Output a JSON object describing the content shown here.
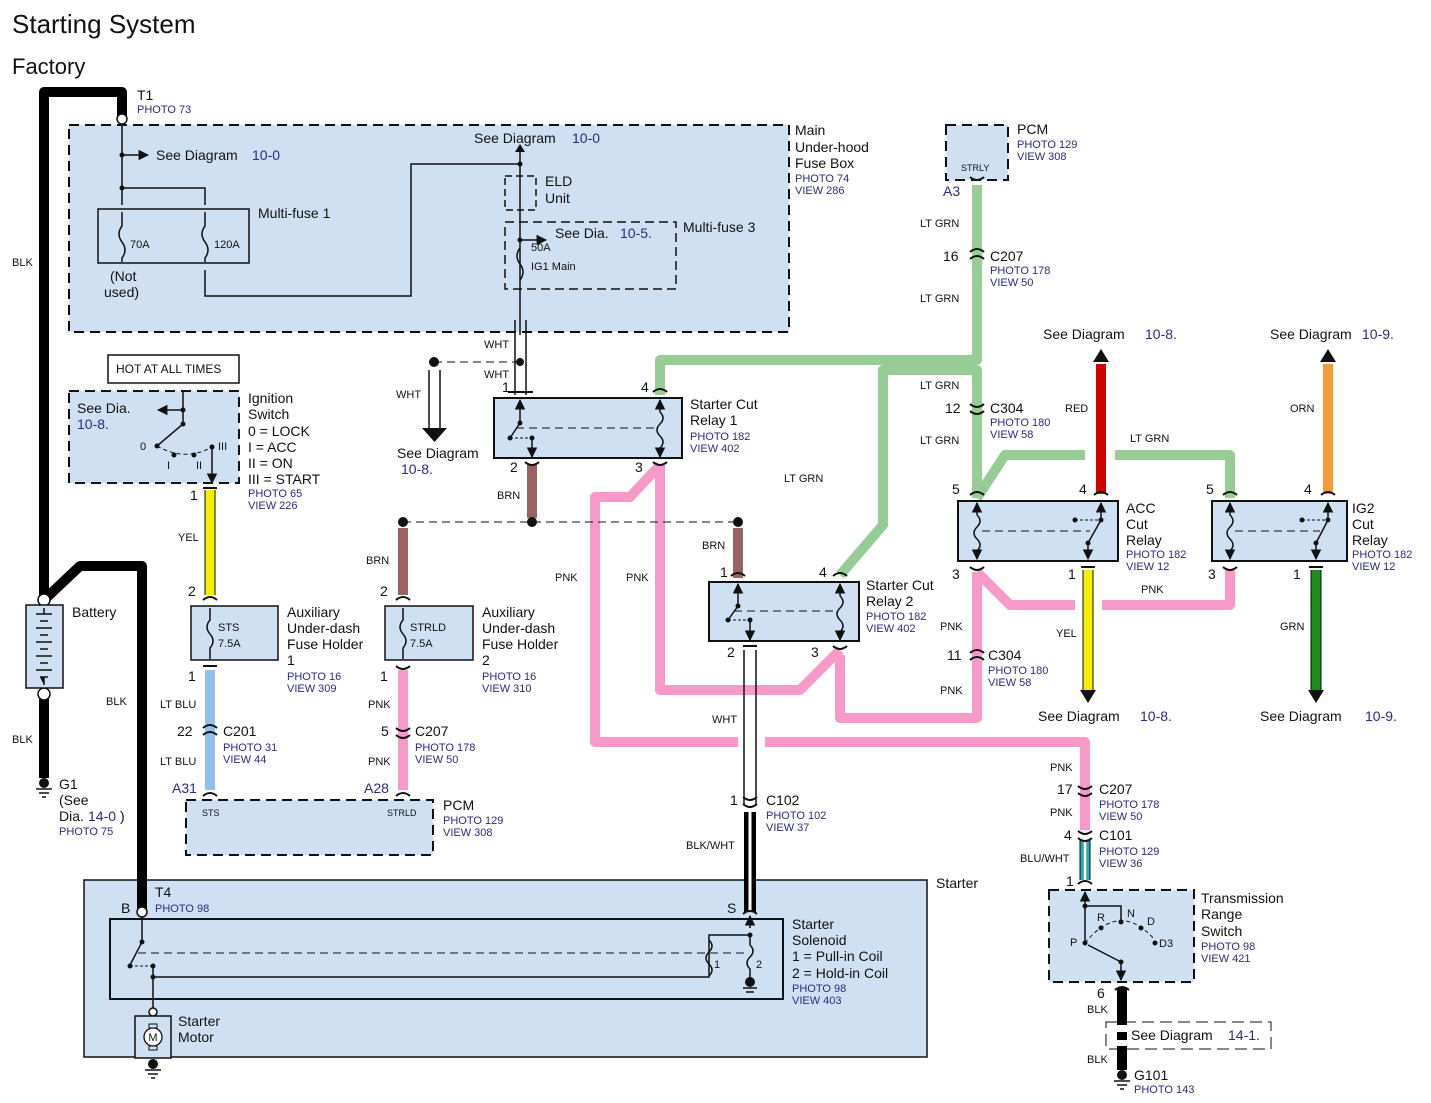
{
  "title": "Starting System",
  "subtitle": "Factory",
  "wire_colors": {
    "BLK": "#000000",
    "WHT": "#ffffff",
    "LT GRN": "#97cc96",
    "PNK": "#f79ac9",
    "BRN": "#9a6362",
    "YEL": "#f5f000",
    "LT BLU": "#93bfec",
    "RED": "#d00000",
    "ORN": "#f79a3a",
    "GRN": "#1b8e1b",
    "BLU/WHT": "#2aa7b5",
    "box_fill": "#cfe0f3",
    "ref_text": "#2a2a8a"
  },
  "components": {
    "t1": {
      "label": "T1",
      "photo": "PHOTO 73"
    },
    "fusebox": {
      "label_lines": [
        "Main",
        "Under-hood",
        "Fuse Box"
      ],
      "photo": "PHOTO 74",
      "view": "VIEW 286",
      "see1_prefix": "See Diagram",
      "see1_ref": "10-0",
      "see2_prefix": "See Diagram",
      "see2_ref": "10-0"
    },
    "multifuse1": {
      "label": "Multi-fuse 1",
      "fuse_a": "70A",
      "fuse_b": "120A",
      "not_used_1": "(Not",
      "not_used_2": "used)"
    },
    "eld": {
      "label_1": "ELD",
      "label_2": "Unit"
    },
    "multifuse3": {
      "label": "Multi-fuse 3",
      "see_prefix": "See  Dia.",
      "see_ref": "10-5.",
      "fuse_rating": "50A",
      "fuse_name": "IG1 Main"
    },
    "pcm_top": {
      "label": "PCM",
      "photo": "PHOTO 129",
      "view": "VIEW 308",
      "pin_name": "STRLY",
      "pin": "A3"
    },
    "hot_at_all_times": "HOT AT ALL TIMES",
    "ignition": {
      "label_lines": [
        "Ignition",
        "Switch",
        "0 = LOCK",
        "I = ACC",
        "II = ON",
        "III = START"
      ],
      "photo": "PHOTO 65",
      "view": "VIEW 226",
      "see_prefix": "See Dia.",
      "see_ref": "10-8.",
      "pos0": "0",
      "pos1": "I",
      "pos2": "II",
      "pos3": "III"
    },
    "battery": {
      "label": "Battery",
      "plus": "+",
      "minus": "−"
    },
    "g1": {
      "label": "G1",
      "l2": "(See",
      "l3_prefix": "Dia.",
      "l3_ref": "14-0",
      "l3_suffix": ")",
      "photo": "PHOTO 75"
    },
    "fuse_holder_1": {
      "label_lines": [
        "Auxiliary",
        "Under-dash",
        "Fuse Holder",
        "1"
      ],
      "photo": "PHOTO 16",
      "view": "VIEW 309",
      "fuse": "STS",
      "rating": "7.5A"
    },
    "fuse_holder_2": {
      "label_lines": [
        "Auxiliary",
        "Under-dash",
        "Fuse Holder",
        "2"
      ],
      "photo": "PHOTO 16",
      "view": "VIEW 310",
      "fuse": "STRLD",
      "rating": "7.5A"
    },
    "pcm_bottom": {
      "label": "PCM",
      "photo": "PHOTO 129",
      "view": "VIEW 308",
      "pin_a": "STS",
      "pin_a_id": "A31",
      "pin_b": "STRLD",
      "pin_b_id": "A28"
    },
    "relay1": {
      "label_1": "Starter Cut",
      "label_2": "Relay 1",
      "photo": "PHOTO 182",
      "view": "VIEW 402"
    },
    "relay2": {
      "label_1": "Starter Cut",
      "label_2": "Relay 2",
      "photo": "PHOTO 182",
      "view": "VIEW 402"
    },
    "acc_relay": {
      "label_lines": [
        "ACC",
        "Cut",
        "Relay"
      ],
      "photo": "PHOTO 182",
      "view": "VIEW 12"
    },
    "ig2_relay": {
      "label_lines": [
        "IG2",
        "Cut",
        "Relay"
      ],
      "photo": "PHOTO 182",
      "view": "VIEW 12"
    },
    "see_wht": {
      "prefix": "See Diagram",
      "ref": "10-8."
    },
    "see_red": {
      "prefix": "See Diagram",
      "ref": "10-8."
    },
    "see_orn": {
      "prefix": "See Diagram",
      "ref": "10-9."
    },
    "see_yel": {
      "prefix": "See  Diagram",
      "ref": "10-8."
    },
    "see_grn": {
      "prefix": "See  Diagram",
      "ref": "10-9."
    },
    "starter": {
      "label": "Starter",
      "t4": "T4",
      "t4_photo": "PHOTO 98",
      "b": "B",
      "s": "S"
    },
    "solenoid": {
      "label_lines": [
        "Starter",
        "Solenoid",
        "1 = Pull-in Coil",
        "2 = Hold-in Coil"
      ],
      "photo": "PHOTO 98",
      "view": "VIEW 403",
      "coil1": "1",
      "coil2": "2"
    },
    "motor": {
      "label_1": "Starter",
      "label_2": "Motor",
      "symbol": "M"
    },
    "trs": {
      "label_lines": [
        "Transmission",
        "Range",
        "Switch"
      ],
      "photo": "PHOTO 98",
      "view": "VIEW 421",
      "positions": [
        "P",
        "R",
        "N",
        "D",
        "D3"
      ]
    },
    "see_g101": {
      "prefix": "See Diagram",
      "ref": "14-1."
    },
    "g101": {
      "label": "G101",
      "photo": "PHOTO 143"
    }
  },
  "connectors": {
    "c207_top": {
      "pin": "16",
      "name": "C207",
      "photo": "PHOTO 178",
      "view": "VIEW 50"
    },
    "c304_top": {
      "pin": "12",
      "name": "C304",
      "photo": "PHOTO 180",
      "view": "VIEW 58"
    },
    "c304_mid": {
      "pin": "11",
      "name": "C304",
      "photo": "PHOTO 180",
      "view": "VIEW 58"
    },
    "c201": {
      "pin": "22",
      "name": "C201",
      "photo": "PHOTO 31",
      "view": "VIEW 44"
    },
    "c207_left": {
      "pin": "5",
      "name": "C207",
      "photo": "PHOTO 178",
      "view": "VIEW 50"
    },
    "c102": {
      "pin": "1",
      "name": "C102",
      "photo": "PHOTO 102",
      "view": "VIEW 37"
    },
    "c207_right": {
      "pin": "17",
      "name": "C207",
      "photo": "PHOTO 178",
      "view": "VIEW 50"
    },
    "c101": {
      "pin": "4",
      "name": "C101",
      "photo": "PHOTO 129",
      "view": "VIEW 36"
    }
  },
  "pins": {
    "r1_1": "1",
    "r1_2": "2",
    "r1_3": "3",
    "r1_4": "4",
    "r2_1": "1",
    "r2_2": "2",
    "r2_3": "3",
    "r2_4": "4",
    "acc_5": "5",
    "acc_4": "4",
    "acc_3": "3",
    "acc_1": "1",
    "ig2_5": "5",
    "ig2_4": "4",
    "ig2_3": "3",
    "ig2_1": "1",
    "ign_1": "1",
    "fh1_2": "2",
    "fh1_1": "1",
    "fh2_2": "2",
    "fh2_1": "1",
    "trs_1": "1",
    "trs_6": "6"
  },
  "wire_labels": {
    "blk_left": "BLK",
    "blk_batt": "BLK",
    "blk_g1": "BLK",
    "wht_fuse": "WHT",
    "wht_r1": "WHT",
    "wht_see": "WHT",
    "brn_r1": "BRN",
    "brn_fh2": "BRN",
    "brn_r2": "BRN",
    "yel_ign": "YEL",
    "ltblu_1": "LT BLU",
    "ltblu_2": "LT BLU",
    "pnk_fh2a": "PNK",
    "pnk_fh2b": "PNK",
    "pnk_a": "PNK",
    "pnk_b": "PNK",
    "ltgrn_1": "LT GRN",
    "ltgrn_2": "LT GRN",
    "ltgrn_3": "LT GRN",
    "ltgrn_4": "LT GRN",
    "ltgrn_5": "LT GRN",
    "ltgrn_6": "LT GRN",
    "red": "RED",
    "orn": "ORN",
    "pnk_acc": "PNK",
    "pnk_c304a": "PNK",
    "pnk_c304b": "PNK",
    "yel_acc": "YEL",
    "grn_ig2": "GRN",
    "wht_r2": "WHT",
    "blkwht": "BLK/WHT",
    "pnk_c207a": "PNK",
    "pnk_c207b": "PNK",
    "bluwht": "BLU/WHT",
    "blk_trs1": "BLK",
    "blk_trs2": "BLK"
  }
}
